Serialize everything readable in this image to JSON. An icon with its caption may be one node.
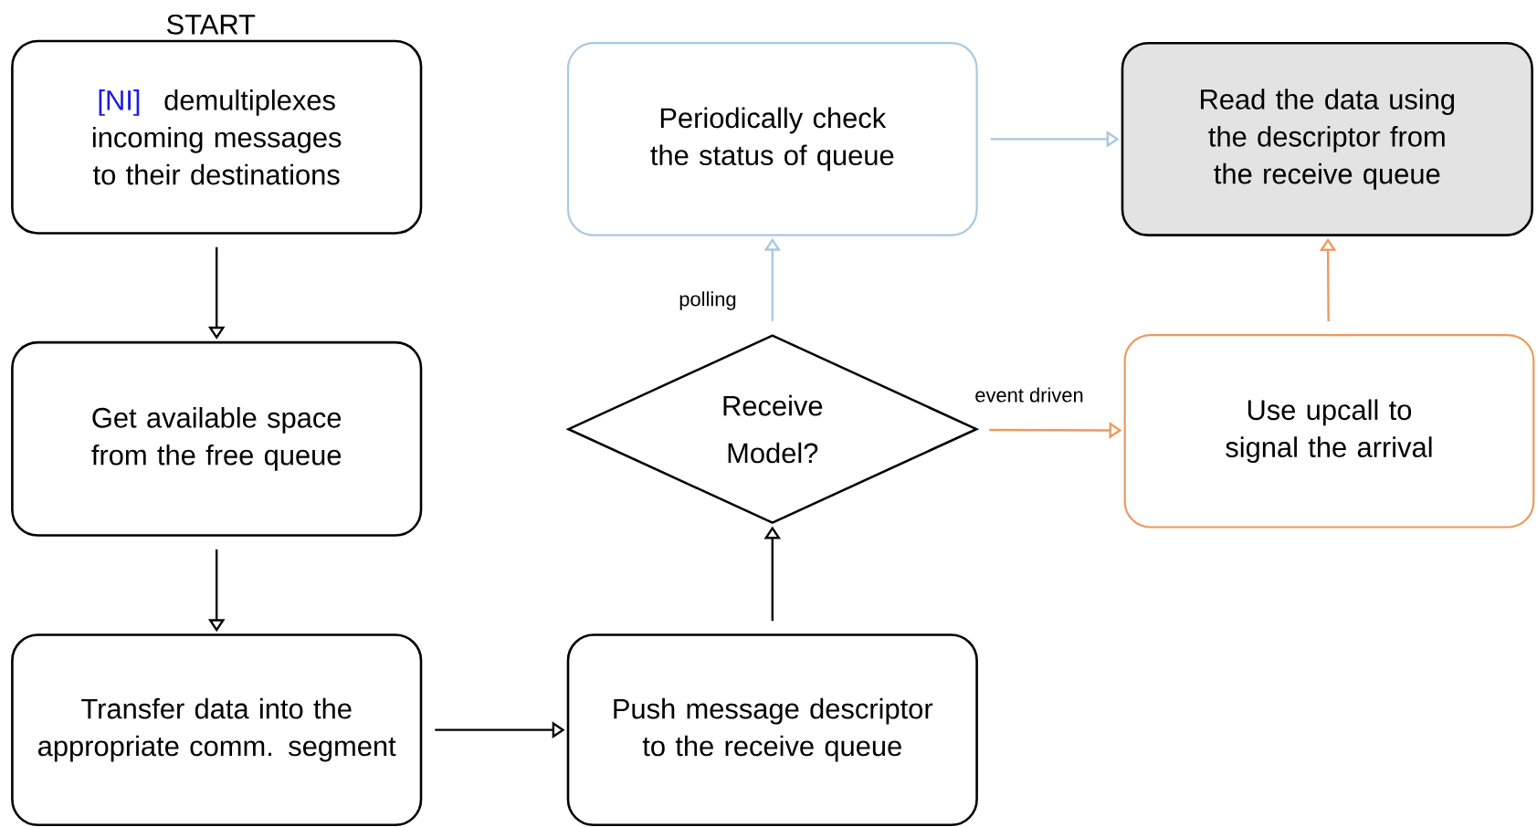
{
  "diagram": {
    "nodes": [
      {
        "text": [
          "START",
          "[NI]",
          "demultiplexes incoming messages to their destinations"
        ]
      },
      {
        "text": [
          "Get available space from the free queue"
        ]
      },
      {
        "text": [
          "Transfer data into the appropriate comm. segment"
        ]
      },
      {
        "text": [
          "Push message descriptor to the receive queue"
        ]
      },
      {
        "text": [
          "Receive Model?"
        ]
      },
      {
        "text": [
          "Periodically check the status of queue"
        ]
      },
      {
        "text": [
          "Read the data using the descriptor from the receive queue"
        ]
      },
      {
        "text": [
          "Use upcall to signal the arrival"
        ]
      }
    ],
    "edges": [
      {
        "from": 0,
        "to": 1,
        "arrow": "to"
      },
      {
        "from": 1,
        "to": 2,
        "arrow": "to"
      },
      {
        "from": 2,
        "to": 3,
        "arrow": "to"
      },
      {
        "from": 3,
        "to": 4,
        "arrow": "to"
      },
      {
        "from": 4,
        "to": 5,
        "arrow": "to",
        "label": "polling",
        "color": "#a9c8e0"
      },
      {
        "from": 5,
        "to": 6,
        "arrow": "to",
        "color": "#a9c8e0"
      },
      {
        "from": 4,
        "to": 7,
        "arrow": "to",
        "label": "event driven",
        "color": "#ec9a5c"
      },
      {
        "from": 7,
        "to": 6,
        "arrow": "to",
        "color": "#ec9a5c"
      }
    ]
  }
}
